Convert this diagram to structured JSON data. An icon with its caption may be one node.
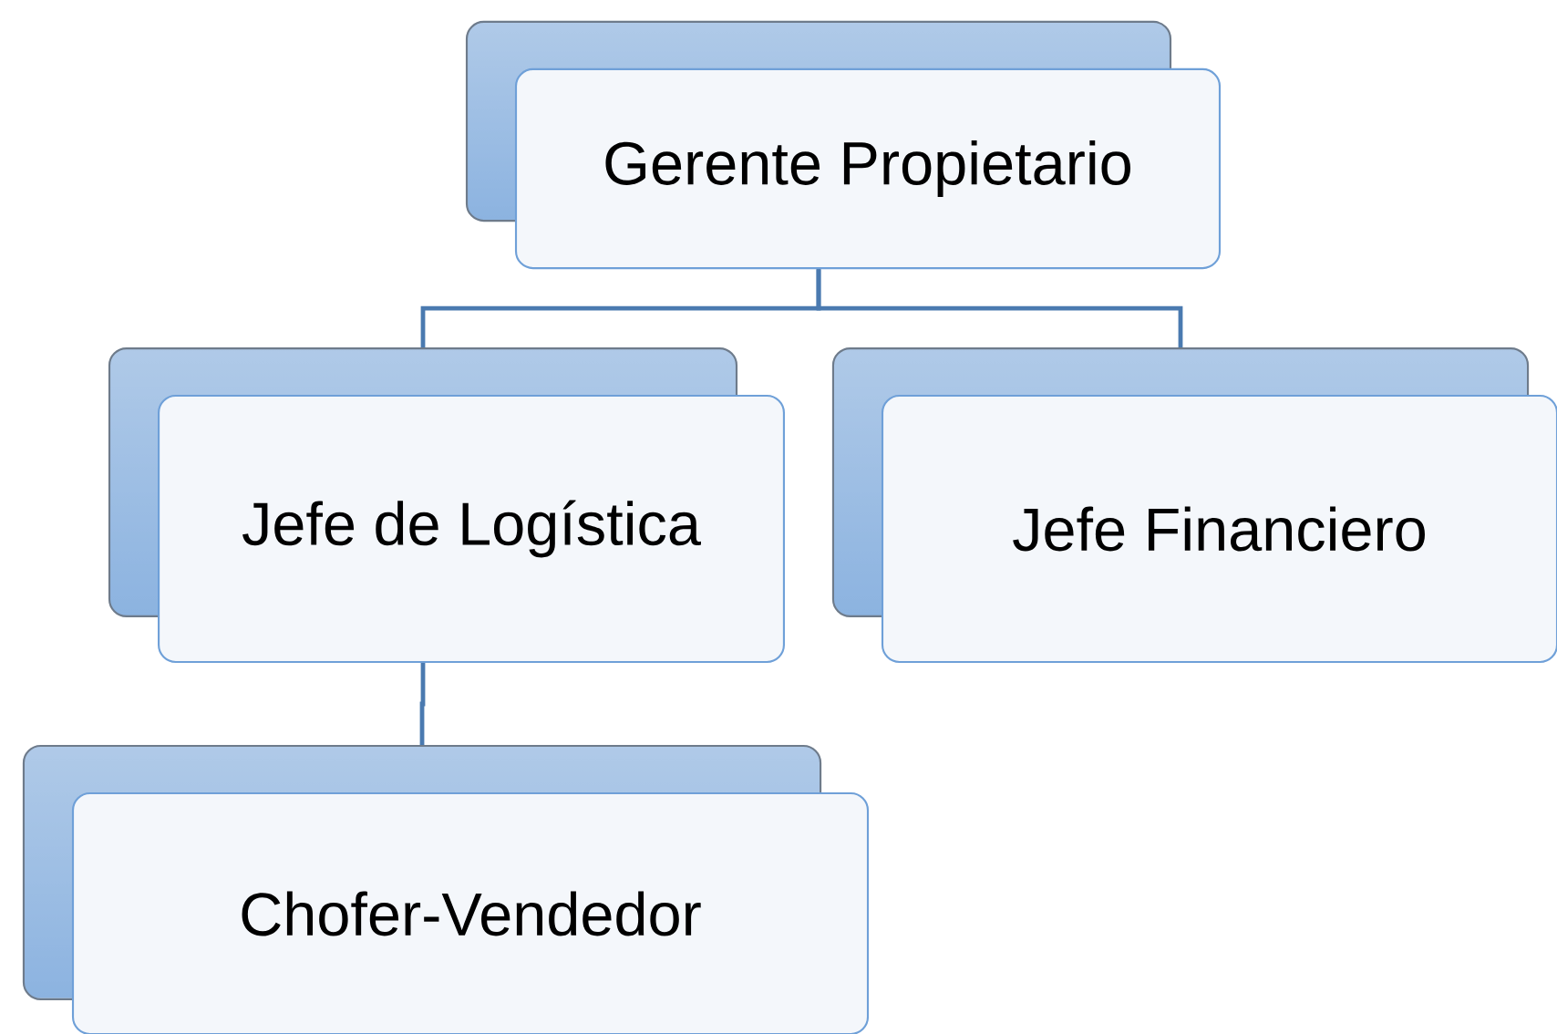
{
  "diagram": {
    "nodes": [
      {
        "text": [
          "Gerente Propietario"
        ]
      },
      {
        "text": [
          "Jefe de Logística"
        ]
      },
      {
        "text": [
          "Jefe Financiero"
        ]
      },
      {
        "text": [
          "Chofer-Vendedor"
        ]
      }
    ],
    "edges": [
      {
        "from": 0,
        "to": 1,
        "arrow": "none"
      },
      {
        "from": 0,
        "to": 2,
        "arrow": "none"
      },
      {
        "from": 1,
        "to": 3,
        "arrow": "none"
      }
    ]
  }
}
